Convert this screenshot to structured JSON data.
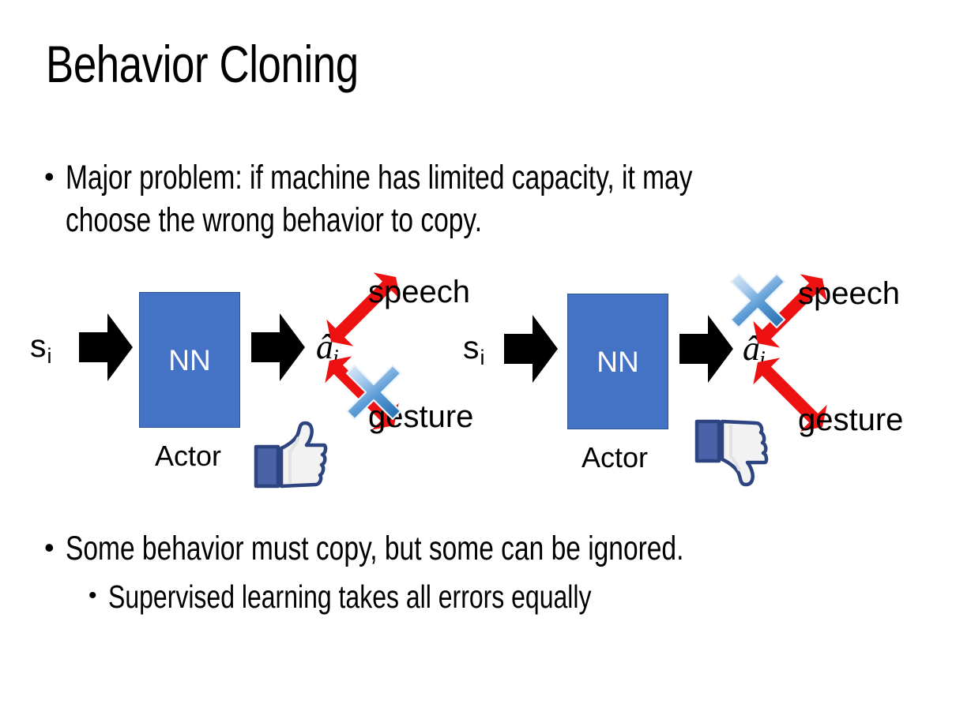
{
  "slide": {
    "title": "Behavior Cloning",
    "background_color": "#FFFFFF",
    "text_color": "#000000"
  },
  "bullets": [
    {
      "level": 1,
      "marker": "•",
      "text": "Major problem: if machine has limited capacity, it may choose the wrong behavior to copy."
    },
    {
      "level": 1,
      "marker": "•",
      "text": "Some behavior must copy, but some can be ignored."
    },
    {
      "level": 2,
      "marker": "•",
      "text": "Supervised learning takes all errors equally"
    }
  ],
  "diagrams": [
    {
      "id": "left",
      "state_label": "s",
      "state_subscript": "i",
      "box_label": "NN",
      "box_caption": "Actor",
      "box_color": "#4472C4",
      "box_border_color": "#2E5496",
      "box_text_color": "#FFFFFF",
      "action_label": "â",
      "action_subscript": "i",
      "outputs": [
        {
          "name": "speech-output",
          "label": "speech",
          "direction": "up-right",
          "crossed_out": false
        },
        {
          "name": "gesture-output",
          "label": "gesture",
          "direction": "down-right",
          "crossed_out": true
        }
      ],
      "verdict_icon": "thumbs-up-icon",
      "arrow_color": "#EE1111",
      "cross_color": "#4A90D9"
    },
    {
      "id": "right",
      "state_label": "s",
      "state_subscript": "i",
      "box_label": "NN",
      "box_caption": "Actor",
      "box_color": "#4472C4",
      "box_border_color": "#2E5496",
      "box_text_color": "#FFFFFF",
      "action_label": "â",
      "action_subscript": "i",
      "outputs": [
        {
          "name": "speech-output",
          "label": "speech",
          "direction": "up-right",
          "crossed_out": true
        },
        {
          "name": "gesture-output",
          "label": "gesture",
          "direction": "down-right",
          "crossed_out": false
        }
      ],
      "verdict_icon": "thumbs-down-icon",
      "arrow_color": "#EE1111",
      "cross_color": "#4A90D9"
    }
  ]
}
